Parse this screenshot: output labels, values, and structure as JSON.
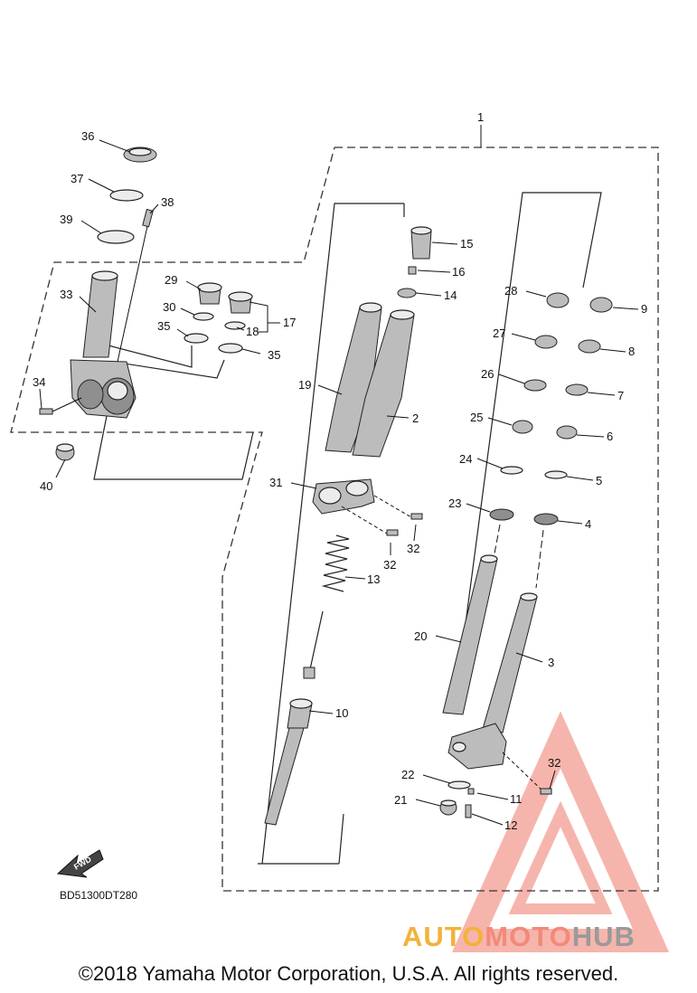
{
  "diagram": {
    "callouts": [
      "1",
      "2",
      "3",
      "4",
      "5",
      "6",
      "7",
      "8",
      "9",
      "10",
      "11",
      "12",
      "13",
      "14",
      "15",
      "16",
      "17",
      "18",
      "19",
      "20",
      "21",
      "22",
      "23",
      "24",
      "25",
      "26",
      "27",
      "28",
      "29",
      "30",
      "31",
      "32",
      "32",
      "32",
      "33",
      "34",
      "35",
      "35",
      "36",
      "37",
      "38",
      "39",
      "40"
    ],
    "reference_code": "BD51300DT280",
    "fwd_label": "FWD"
  },
  "footer": {
    "copyright": "©2018 Yamaha Motor Corporation, U.S.A. All rights reserved."
  },
  "watermark": {
    "part1": "AUTO",
    "part2": "MOTO",
    "part3": "HUB",
    "color1": "#f2b23c",
    "color2": "#f28a7a",
    "color3": "#9a9a9a"
  }
}
